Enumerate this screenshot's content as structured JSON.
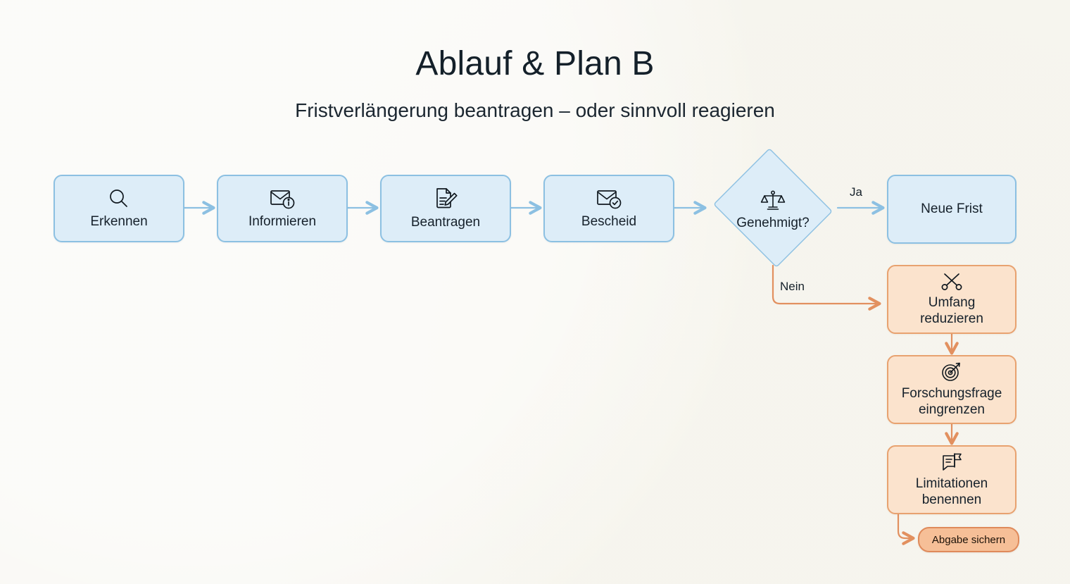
{
  "header": {
    "title": "Ablauf & Plan B",
    "subtitle": "Fristverlängerung beantragen – oder sinnvoll reagieren"
  },
  "colors": {
    "background": "#f7f6f1",
    "blue_fill": "#ddedf8",
    "blue_border": "#8cc0e2",
    "orange_fill": "#fbe3cd",
    "orange_border": "#e8a270",
    "pill_fill": "#f6bf97",
    "pill_border": "#df8a5b",
    "text": "#16212b",
    "blue_edge": "#8cc0e2",
    "orange_edge": "#e2905f"
  },
  "flow": {
    "main_steps": [
      {
        "id": "erkennen",
        "label": "Erkennen",
        "icon": "magnifier-icon"
      },
      {
        "id": "informieren",
        "label": "Informieren",
        "icon": "envelope-info-icon"
      },
      {
        "id": "beantragen",
        "label": "Beantragen",
        "icon": "document-pen-icon"
      },
      {
        "id": "bescheid",
        "label": "Bescheid",
        "icon": "envelope-check-icon"
      }
    ],
    "decision": {
      "id": "genehmigt",
      "label": "Genehmigt?",
      "icon": "scales-icon"
    },
    "branch_labels": {
      "yes": "Ja",
      "no": "Nein"
    },
    "yes_outcome": {
      "id": "neue-frist",
      "label": "Neue Frist",
      "icon": ""
    },
    "no_steps": [
      {
        "id": "umfang-reduzieren",
        "label": "Umfang\nreduzieren",
        "icon": "scissors-icon"
      },
      {
        "id": "forschungsfrage-eingrenzen",
        "label": "Forschungsfrage\neingrenzen",
        "icon": "target-icon"
      },
      {
        "id": "limitationen-benennen",
        "label": "Limitationen\nbenennen",
        "icon": "note-flag-icon"
      }
    ],
    "final_badge": {
      "id": "abgabe-sichern",
      "label": "Abgabe sichern"
    }
  }
}
